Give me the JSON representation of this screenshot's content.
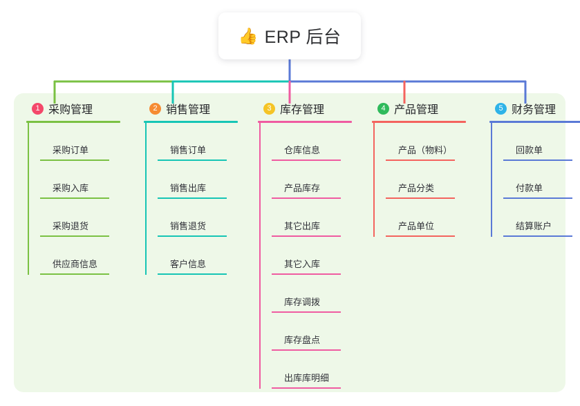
{
  "root": {
    "icon": "thumbs-up-icon",
    "emoji": "👍",
    "title": "ERP 后台"
  },
  "palette": {
    "panel_bg": "#eef8e8",
    "page_bg": "#ffffff",
    "text": "#303138",
    "green": "#7ac143",
    "teal": "#16c5b5",
    "pink": "#ef5ba1",
    "red": "#f4635e",
    "blue": "#5a79d6",
    "badge1": "#f4486a",
    "badge2": "#f68b32",
    "badge3": "#f5c425",
    "badge4": "#2fba5b",
    "badge5": "#2eb3e8"
  },
  "trunk": {
    "stem_color": "#5a79d6",
    "bar_segments": [
      {
        "name": "segment-green",
        "color": "#7ac143"
      },
      {
        "name": "segment-teal",
        "color": "#16c5b5"
      },
      {
        "name": "segment-blue",
        "color": "#5a79d6"
      }
    ]
  },
  "columns": [
    {
      "number": "1",
      "title": "采购管理",
      "badge_color": "#f4486a",
      "line_color": "#7ac143",
      "items": [
        "采购订单",
        "采购入库",
        "采购退货",
        "供应商信息"
      ]
    },
    {
      "number": "2",
      "title": "销售管理",
      "badge_color": "#f68b32",
      "line_color": "#16c5b5",
      "items": [
        "销售订单",
        "销售出库",
        "销售退货",
        "客户信息"
      ]
    },
    {
      "number": "3",
      "title": "库存管理",
      "badge_color": "#f5c425",
      "line_color": "#ef5ba1",
      "items": [
        "仓库信息",
        "产品库存",
        "其它出库",
        "其它入库",
        "库存调拨",
        "库存盘点",
        "出库库明细"
      ]
    },
    {
      "number": "4",
      "title": "产品管理",
      "badge_color": "#2fba5b",
      "line_color": "#f4635e",
      "items": [
        "产品（物料）",
        "产品分类",
        "产品单位"
      ]
    },
    {
      "number": "5",
      "title": "财务管理",
      "badge_color": "#2eb3e8",
      "line_color": "#5a79d6",
      "items": [
        "回款单",
        "付款单",
        "结算账户"
      ]
    }
  ]
}
